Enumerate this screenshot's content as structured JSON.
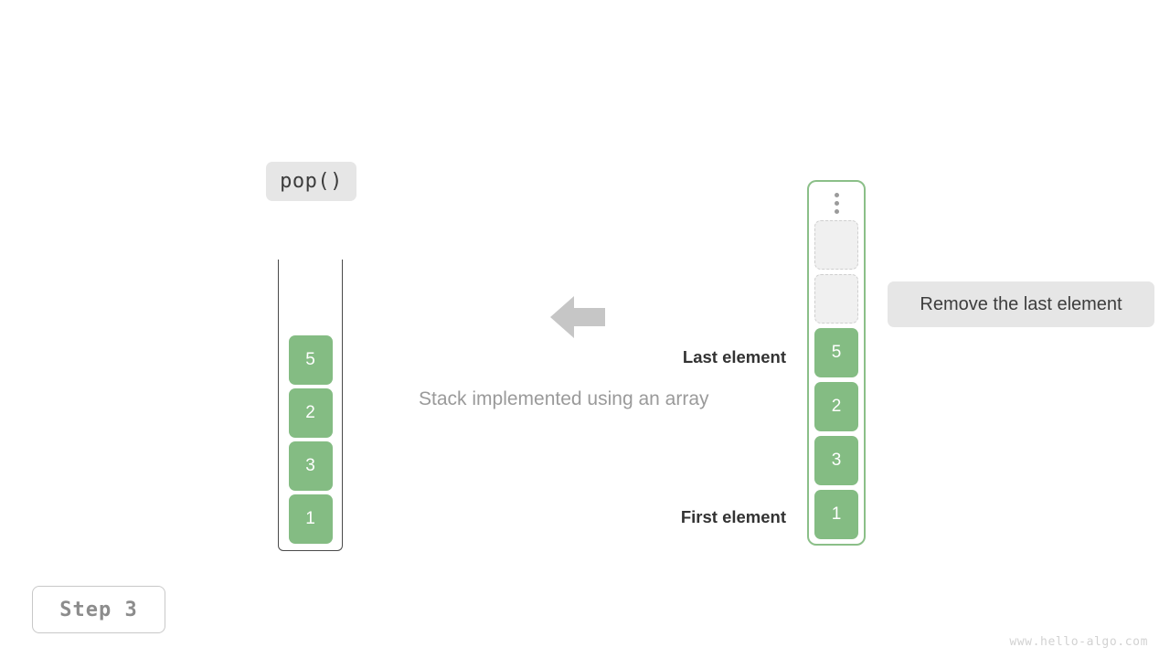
{
  "operation": {
    "label": "pop()"
  },
  "caption": {
    "text": "Stack implemented using an array"
  },
  "note": {
    "text": "Remove the last element"
  },
  "annotations": {
    "last_element": "Last element",
    "first_element": "First element"
  },
  "step": {
    "label": "Step 3"
  },
  "watermark": {
    "text": "www.hello-algo.com"
  },
  "colors": {
    "element_green": "#84bc83",
    "array_border_green": "#8bbf88",
    "badge_gray": "#e6e6e6",
    "empty_slot_fill": "#f0f0f0",
    "empty_slot_border": "#cfcfcf",
    "arrow_gray": "#c6c6c6",
    "stack_outline": "#4a4a4a"
  },
  "stack": {
    "title": "stack",
    "container_shape": "u-open-top",
    "items": [
      {
        "value": "5",
        "state": "filled"
      },
      {
        "value": "2",
        "state": "filled"
      },
      {
        "value": "3",
        "state": "filled"
      },
      {
        "value": "1",
        "state": "filled"
      }
    ]
  },
  "array": {
    "title": "array",
    "overflow_indicator": "vertical-ellipsis",
    "items": [
      {
        "value": "",
        "state": "empty"
      },
      {
        "value": "",
        "state": "empty"
      },
      {
        "value": "5",
        "state": "filled"
      },
      {
        "value": "2",
        "state": "filled"
      },
      {
        "value": "3",
        "state": "filled"
      },
      {
        "value": "1",
        "state": "filled"
      }
    ]
  },
  "arrow": {
    "direction": "left"
  }
}
